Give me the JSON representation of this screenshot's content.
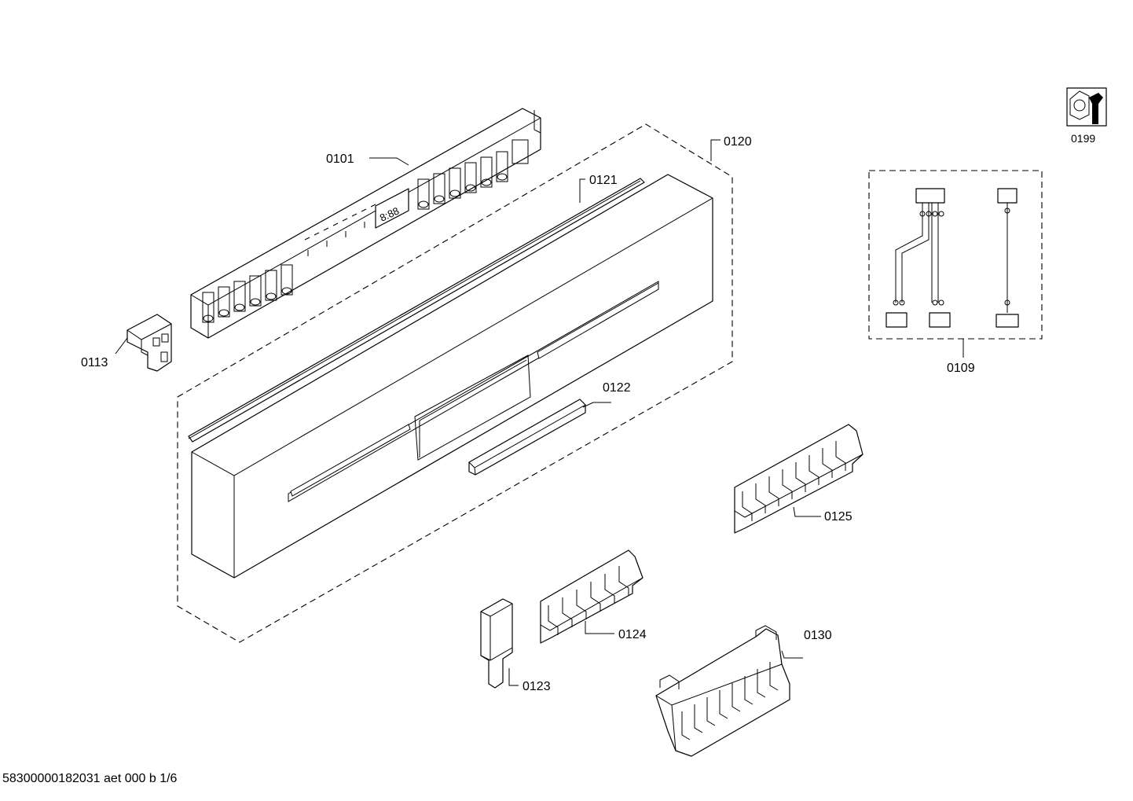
{
  "labels": {
    "p0101": "0101",
    "p0109": "0109",
    "p0113": "0113",
    "p0120": "0120",
    "p0121": "0121",
    "p0122": "0122",
    "p0123": "0123",
    "p0124": "0124",
    "p0125": "0125",
    "p0130": "0130",
    "p0199": "0199"
  },
  "footer": "58300000182031 aet 000 b 1/6",
  "icons": {
    "service_tool": "wrench-nut-icon"
  }
}
